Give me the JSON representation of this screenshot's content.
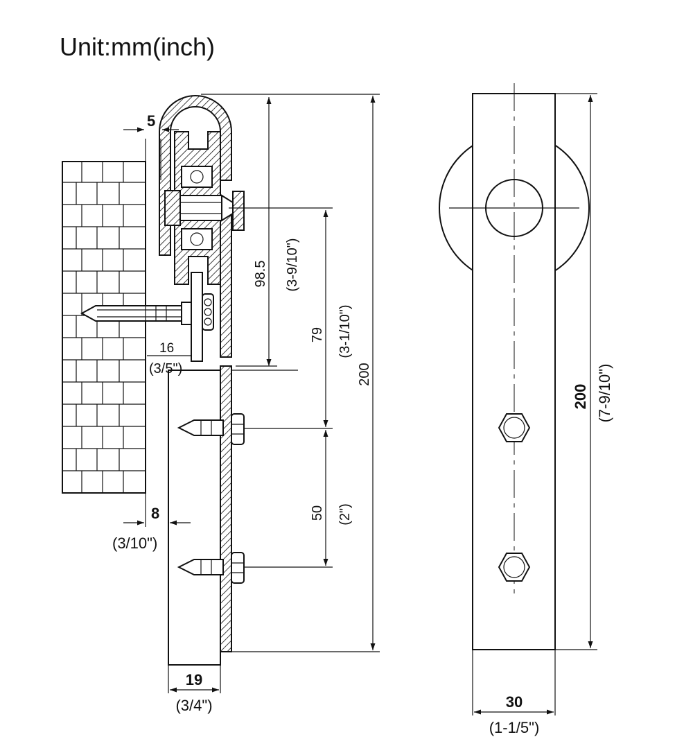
{
  "unit_label": "Unit:mm(inch)",
  "side_view": {
    "dims": {
      "d5": "5",
      "d98_5": "98.5",
      "d98_5_in": "(3-9/10\")",
      "d79": "79",
      "d79_in": "(3-1/10\")",
      "d200": "200",
      "d16": "16",
      "d16_in": "(3/5\")",
      "d8": "8",
      "d8_in": "(3/10\")",
      "d50": "50",
      "d50_in": "(2\")",
      "d19": "19",
      "d19_in": "(3/4\")"
    }
  },
  "front_view": {
    "dims": {
      "d200": "200",
      "d200_in": "(7-9/10\")",
      "d30": "30",
      "d30_in": "(1-1/5\")"
    }
  }
}
